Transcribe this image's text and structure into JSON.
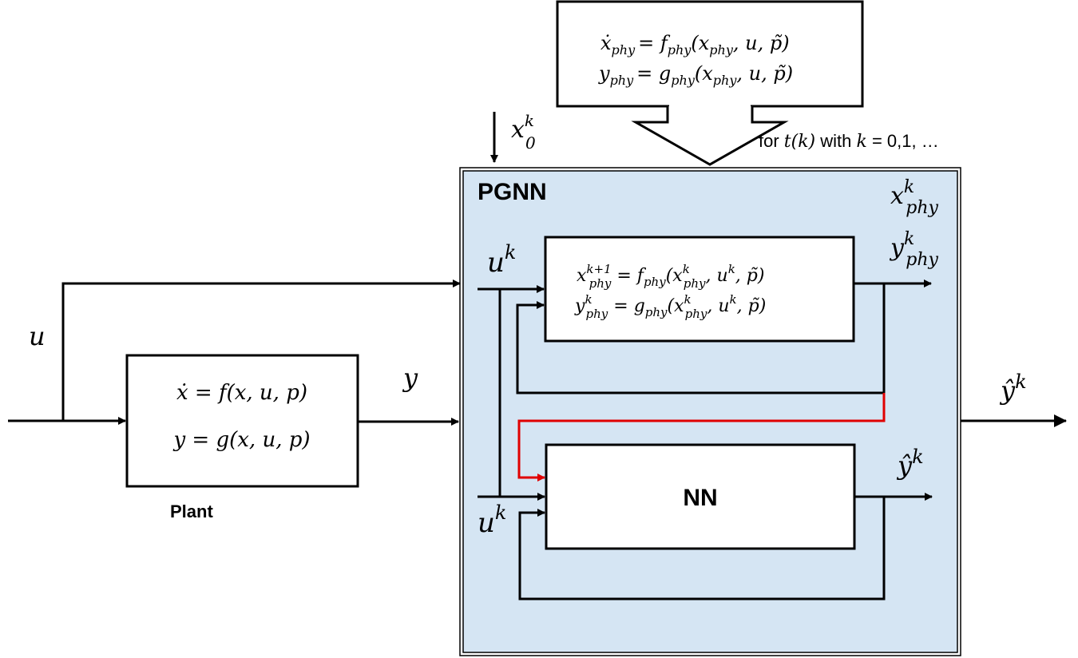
{
  "top_box": {
    "line1": {
      "lhs": "ẋ",
      "lhs_sub": "phy",
      "rhs": "= f",
      "rhs_sub": "phy",
      "args_a": "(x",
      "args_sub": "phy",
      "args_b": ", u, p̃)"
    },
    "line2": {
      "lhs": "y",
      "lhs_sub": "phy",
      "rhs": "= g",
      "rhs_sub": "phy",
      "args_a": "(x",
      "args_sub": "phy",
      "args_b": ", u, p̃)"
    }
  },
  "x0_label": {
    "base": "x",
    "sub": "0",
    "sup": "k"
  },
  "schedule_label": {
    "pre": "for ",
    "t": "t(k)",
    "mid": " with ",
    "k": "k",
    "post": " = 0,1, …"
  },
  "pgnn_label": "PGNN",
  "phy_outputs": {
    "x": {
      "base": "x",
      "sup": "k",
      "sub": "phy"
    },
    "y": {
      "base": "y",
      "sup": "k",
      "sub": "phy"
    }
  },
  "phys_box": {
    "line1": {
      "a": "x",
      "a_sup": "k+1",
      "a_sub": "phy",
      "b": " = f",
      "b_sub": "phy",
      "c": "(x",
      "c_sup": "k",
      "c_sub": "phy",
      "d": ", u",
      "d_sup": "k",
      "e": ", p̃)"
    },
    "line2": {
      "a": "y",
      "a_sup": "k",
      "a_sub": "phy",
      "b": "  = g",
      "b_sub": "phy",
      "c": "(x",
      "c_sup": "k",
      "c_sub": "phy",
      "d": ", u",
      "d_sup": "k",
      "e": ", p̃)"
    }
  },
  "input_u_top": {
    "base": "u",
    "sup": "k"
  },
  "input_u_bottom": {
    "base": "u",
    "sup": "k"
  },
  "nn_label": "NN",
  "nn_output": {
    "base": "ŷ",
    "sup": "k"
  },
  "pgnn_output": {
    "base": "ŷ",
    "sup": "k"
  },
  "plant": {
    "line1": "ẋ = f(x, u, p)",
    "line2": "y = g(x, u, p)",
    "label": "Plant"
  },
  "u_label": "u",
  "y_label": "y",
  "colors": {
    "pgnn_fill": "#d5e5f3",
    "feedback_red": "#e00000",
    "line": "#000000"
  }
}
